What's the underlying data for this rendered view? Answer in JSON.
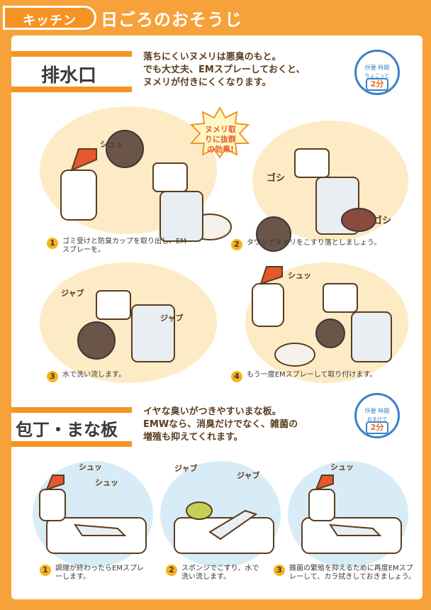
{
  "header": {
    "tag": "キッチン",
    "title": "日ごろのおそうじ"
  },
  "section1": {
    "title": "排水口",
    "intro": [
      "落ちにくいヌメリは悪臭のもと。",
      "でも大丈夫、EMスプレーしておくと、",
      "ヌメリが付きにくくなります。"
    ],
    "timer": {
      "label": "所要 時間",
      "sub": "ちょこっと",
      "minutes": "2分"
    },
    "badge": "ヌメリ取りに抜群の効果!",
    "sfx": [
      "シュッ",
      "ゴシ",
      "ゴシ",
      "シュッ",
      "ジャブ",
      "ジャブ"
    ],
    "steps": [
      {
        "num": "1",
        "text": "ゴミ受けと防臭カップを取り出し、EMスプレーを。"
      },
      {
        "num": "2",
        "text": "タワシでヌメリをこすり落としましょう。"
      },
      {
        "num": "3",
        "text": "水で洗い流します。"
      },
      {
        "num": "4",
        "text": "もう一度EMスプレーして取り付けます。"
      }
    ]
  },
  "section2": {
    "title": "包丁・まな板",
    "intro": [
      "イヤな臭いがつきやすいまな板。",
      "EMWなら、消臭だけでなく、雑菌の",
      "増殖も抑えてくれます。"
    ],
    "timer": {
      "label": "所要 時間",
      "sub": "おまけで",
      "minutes": "2分"
    },
    "sfx": [
      "シュッ",
      "シュッ",
      "ジャブ",
      "ジャブ",
      "シュッ"
    ],
    "steps": [
      {
        "num": "1",
        "text": "調理が終わったらEMスプレーします。"
      },
      {
        "num": "2",
        "text": "スポンジでこすり、水で洗い流します。"
      },
      {
        "num": "3",
        "text": "雑菌の繁殖を抑えるために再度EMスプレーして、カラ拭きしておきましょう。"
      }
    ]
  },
  "colors": {
    "orange": "#f59325",
    "cream": "#fdebc6",
    "blue": "#3a82c6"
  }
}
